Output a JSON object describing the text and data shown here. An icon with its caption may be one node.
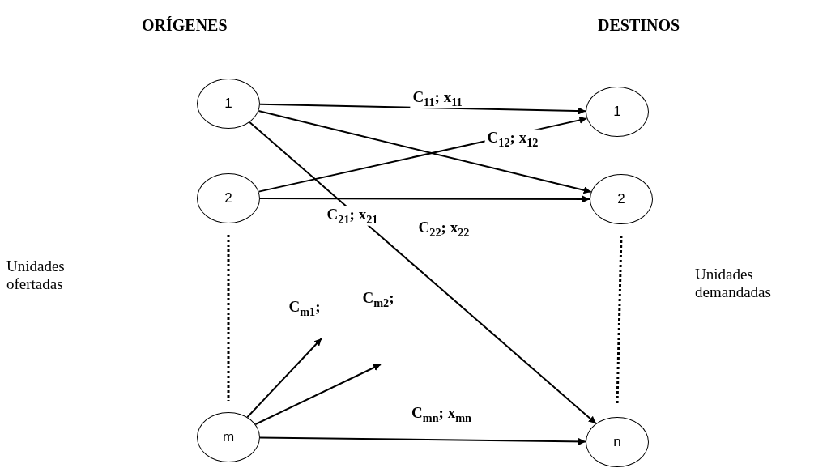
{
  "diagram": {
    "nodes": [
      {
        "text": [
          "1"
        ]
      },
      {
        "text": [
          "2"
        ]
      },
      {
        "text": [
          "m"
        ]
      },
      {
        "text": [
          "1"
        ]
      },
      {
        "text": [
          "2"
        ]
      },
      {
        "text": [
          "n"
        ]
      }
    ],
    "edges": [
      {
        "from": 0,
        "to": 3,
        "arrow": "to",
        "label": "C$_{11}$; x$_{11}$"
      },
      {
        "from": 0,
        "to": 4,
        "arrow": "to"
      },
      {
        "from": 0,
        "to": 5,
        "arrow": "to",
        "label": "C$_{21}$; x$_{21}$"
      },
      {
        "from": 1,
        "to": 3,
        "arrow": "to",
        "label": "C$_{12}$; x$_{12}$"
      },
      {
        "from": 1,
        "to": 4,
        "arrow": "to",
        "label": "C$_{22}$; x$_{22}$"
      },
      {
        "from": 2,
        "to": null,
        "arrow": "to",
        "label": "C$_{m1}$;"
      },
      {
        "from": 2,
        "to": null,
        "arrow": "to",
        "label": "C$_{m2}$;"
      },
      {
        "from": 2,
        "to": 5,
        "arrow": "to",
        "label": "C$_{mn}$; x$_{mn}$"
      },
      {
        "from": 1,
        "to": 2,
        "arrow": "none",
        "style": "dashed"
      },
      {
        "from": 4,
        "to": 5,
        "arrow": "none",
        "style": "dashed"
      }
    ],
    "labels": [
      "ORÍGENES",
      "DESTINOS",
      "Unidades ofertadas",
      "Unidades demandadas"
    ]
  }
}
